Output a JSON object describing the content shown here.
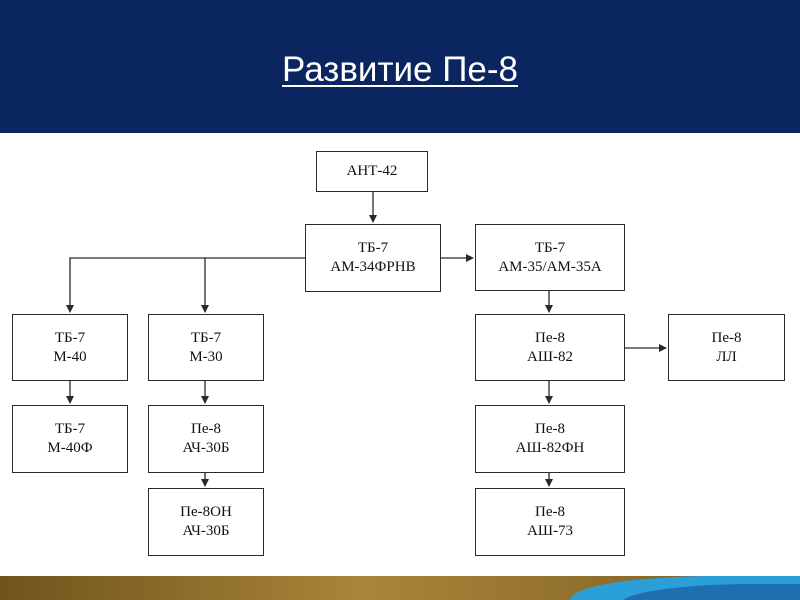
{
  "slide": {
    "title": "Развитие Пе-8",
    "colors": {
      "header_bg": "#0b2560",
      "title_text": "#ffffff",
      "footer_brown": "#8a6a28",
      "footer_blue": "#2a9fd8"
    }
  },
  "diagram": {
    "nodes": {
      "ant42": {
        "line1": "АНТ-42"
      },
      "tb7_am34": {
        "line1": "ТБ-7",
        "line2": "АМ-34ФРНВ"
      },
      "tb7_am35": {
        "line1": "ТБ-7",
        "line2": "АМ-35/АМ-35А"
      },
      "tb7_m40": {
        "line1": "ТБ-7",
        "line2": "М-40"
      },
      "tb7_m30": {
        "line1": "ТБ-7",
        "line2": "М-30"
      },
      "tb7_m40f": {
        "line1": "ТБ-7",
        "line2": "М-40Ф"
      },
      "pe8_ach30b": {
        "line1": "Пе-8",
        "line2": "АЧ-30Б"
      },
      "pe8on_ach30b": {
        "line1": "Пе-8ОН",
        "line2": "АЧ-30Б"
      },
      "pe8_ash82": {
        "line1": "Пе-8",
        "line2": "АШ-82"
      },
      "pe8_ll": {
        "line1": "Пе-8",
        "line2": "ЛЛ"
      },
      "pe8_ash82fn": {
        "line1": "Пе-8",
        "line2": "АШ-82ФН"
      },
      "pe8_ash73": {
        "line1": "Пе-8",
        "line2": "АШ-73"
      }
    },
    "edges": [
      {
        "from": "ant42",
        "to": "tb7_am34"
      },
      {
        "from": "tb7_am34",
        "to": "tb7_am35"
      },
      {
        "from": "tb7_am34",
        "to": "tb7_m40"
      },
      {
        "from": "tb7_am34",
        "to": "tb7_m30"
      },
      {
        "from": "tb7_m40",
        "to": "tb7_m40f"
      },
      {
        "from": "tb7_m30",
        "to": "pe8_ach30b"
      },
      {
        "from": "pe8_ach30b",
        "to": "pe8on_ach30b"
      },
      {
        "from": "tb7_am35",
        "to": "pe8_ash82"
      },
      {
        "from": "pe8_ash82",
        "to": "pe8_ll"
      },
      {
        "from": "pe8_ash82",
        "to": "pe8_ash82fn"
      },
      {
        "from": "pe8_ash82fn",
        "to": "pe8_ash73"
      }
    ]
  }
}
